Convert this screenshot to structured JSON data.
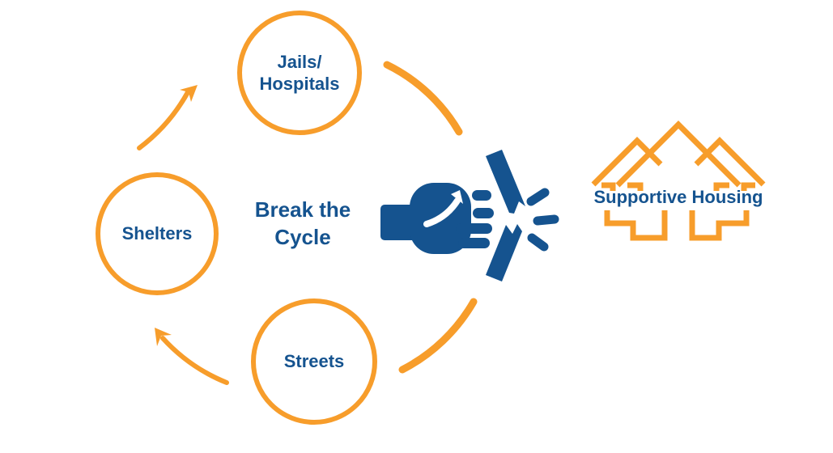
{
  "title": "Break the Cycle homelessness diagram",
  "colors": {
    "orange": "#F79D2B",
    "blue": "#15538F"
  },
  "cycle": {
    "nodes": [
      {
        "id": "jails-hospitals",
        "line1": "Jails/",
        "line2": "Hospitals"
      },
      {
        "id": "shelters",
        "label": "Shelters"
      },
      {
        "id": "streets",
        "label": "Streets"
      }
    ],
    "center_label": {
      "line1": "Break the",
      "line2": "Cycle"
    }
  },
  "destination": {
    "label": "Supportive Housing"
  },
  "icons": {
    "fist": "fist-breaking-bar-icon",
    "houses": "supportive-housing-houses-icon",
    "arrow_streets_to_shelters": "curved-arrow-icon",
    "arrow_shelters_to_jails": "curved-arrow-icon",
    "arc_top_right": "cycle-arc",
    "arc_bottom_right": "cycle-arc"
  }
}
